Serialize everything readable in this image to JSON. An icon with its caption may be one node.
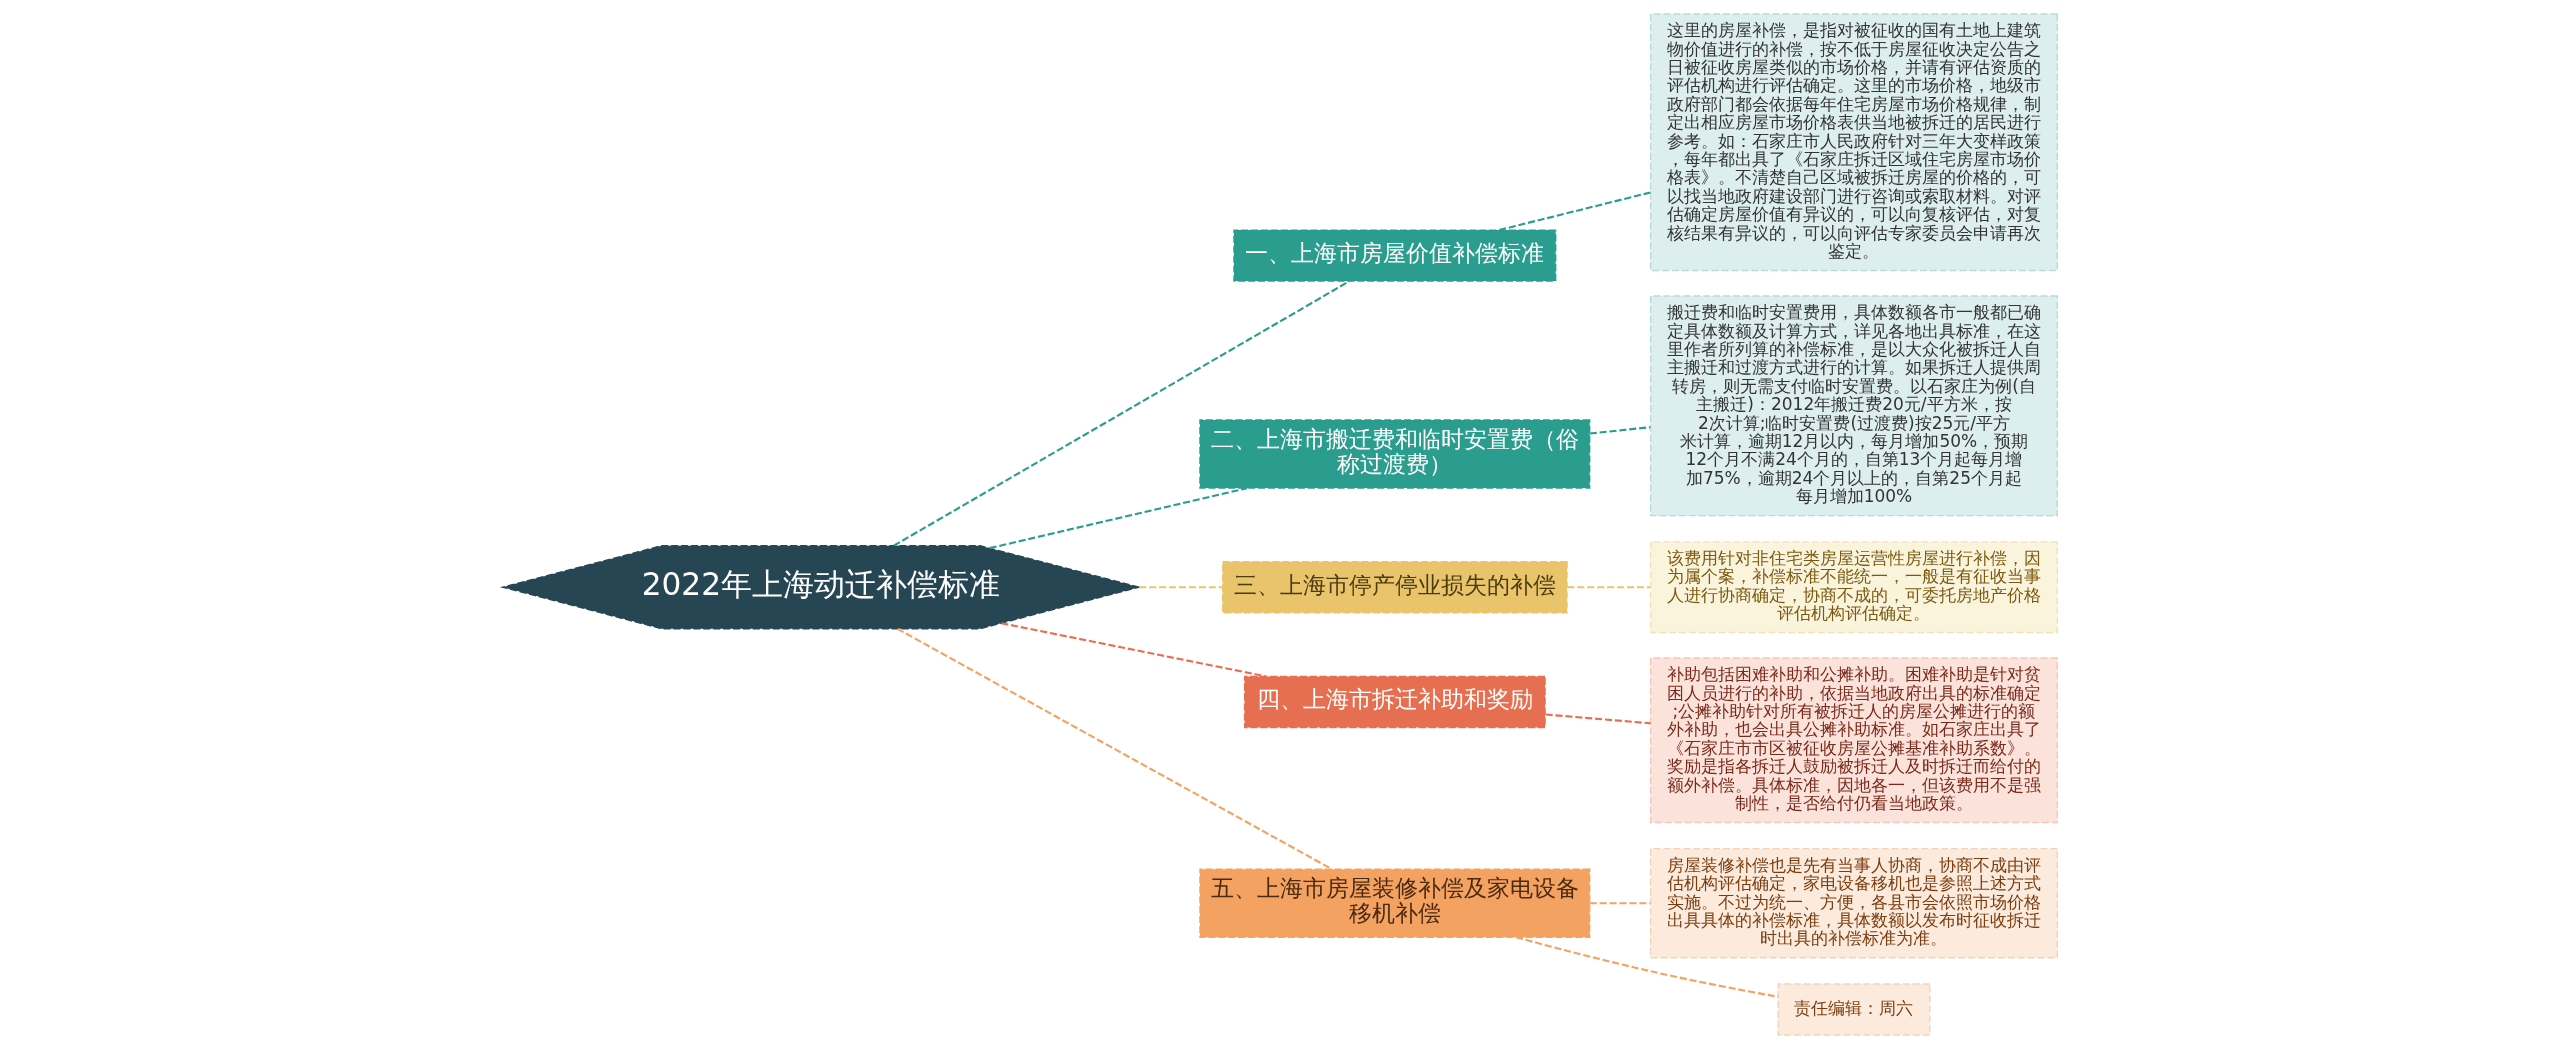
{
  "diagram": {
    "nodes": [
      {
        "text": [
          "2022年上海动迁补偿标准"
        ]
      },
      {
        "text": [
          "一、上海市房屋价值补偿标准"
        ]
      },
      {
        "text": [
          "这里的房屋补偿，是指对被征收的国有土地上建筑物价值进行的补偿，按不低于房屋征收决定公告之日被征收房屋类似的市场价格，并请有评估资质的评估机构进行评估确定。这里的市场价格，地级市政府部门都会依据每年住宅房屋市场价格规律，制定出相应房屋市场价格表供当地被拆迁的居民进行参考。如：石家庄市人民政府针对三年大变样政策，每年都出具了《石家庄拆迁区域住宅房屋市场价格表》。不清楚自己区域被拆迁房屋的价格的，可以找当地政府建设部门进行咨询或索取材料。对评估确定房屋价值有异议的，可以向复核评估，对复核结果有异议的，可以向评估专家委员会申请再次鉴定。"
        ]
      },
      {
        "text": [
          "二、上海市搬迁费和临时安置费（俗称过渡费）"
        ]
      },
      {
        "text": [
          "搬迁费和临时安置费用，具体数额各市一般都已确定具体数额及计算方式，详见各地出具标准，在这里作者所列算的补偿标准，是以大众化被拆迁人自主搬迁和过渡方式进行的计算。如果拆迁人提供周转房，则无需支付临时安置费。以石家庄为例(自主搬迁)：2012年搬迁费20元/平方米，按2次计算;临时安置费(过渡费)按25元/平方米计算，逾期12月以内，每月增加50%，预期12个月不满24个月的，自第13个月起每月增加75%，逾期24个月以上的，自第25个月起每月增加100%"
        ]
      },
      {
        "text": [
          "三、上海市停产停业损失的补偿"
        ]
      },
      {
        "text": [
          "该费用针对非住宅类房屋运营性房屋进行补偿，因为属个案，补偿标准不能统一，一般是有征收当事人进行协商确定，协商不成的，可委托房地产价格评估机构评估确定。"
        ]
      },
      {
        "text": [
          "四、上海市拆迁补助和奖励"
        ]
      },
      {
        "text": [
          "补助包括困难补助和公摊补助。困难补助是针对贫困人员进行的补助，依据当地政府出具的标准确定;公摊补助针对所有被拆迁人的房屋公摊进行的额外补助，也会出具公摊补助标准。如石家庄出具了《石家庄市市区被征收房屋公摊基准补助系数》。奖励是指各拆迁人鼓励被拆迁人及时拆迁而给付的额外补偿。具体标准，因地各一，但该费用不是强制性，是否给付仍看当地政策。"
        ]
      },
      {
        "text": [
          "五、上海市房屋装修补偿及家电设备移机补偿"
        ]
      },
      {
        "text": [
          "房屋装修补偿也是先有当事人协商，协商不成由评估机构评估确定，家电设备移机也是参照上述方式实施。不过为统一、方便，各县市会依照市场价格出具具体的补偿标准，具体数额以发布时征收拆迁时出具的补偿标准为准。"
        ]
      },
      {
        "text": [
          "责任编辑：周六"
        ]
      }
    ],
    "edges": [
      {
        "from": 0,
        "to": 1,
        "arrow": "none",
        "style": "dashed",
        "color": "#2a9d8f"
      },
      {
        "from": 1,
        "to": 2,
        "arrow": "none",
        "style": "dashed",
        "color": "#2a9d8f"
      },
      {
        "from": 0,
        "to": 3,
        "arrow": "none",
        "style": "dashed",
        "color": "#2a9d8f"
      },
      {
        "from": 3,
        "to": 4,
        "arrow": "none",
        "style": "dashed",
        "color": "#2a9d8f"
      },
      {
        "from": 0,
        "to": 5,
        "arrow": "none",
        "style": "dashed",
        "color": "#e9c46a"
      },
      {
        "from": 5,
        "to": 6,
        "arrow": "none",
        "style": "dashed",
        "color": "#e9c46a"
      },
      {
        "from": 0,
        "to": 7,
        "arrow": "none",
        "style": "dashed",
        "color": "#e76f51"
      },
      {
        "from": 7,
        "to": 8,
        "arrow": "none",
        "style": "dashed",
        "color": "#e76f51"
      },
      {
        "from": 0,
        "to": 9,
        "arrow": "none",
        "style": "dashed",
        "color": "#f4a261"
      },
      {
        "from": 9,
        "to": 10,
        "arrow": "none",
        "style": "dashed",
        "color": "#f4a261"
      },
      {
        "from": 9,
        "to": 11,
        "arrow": "none",
        "style": "dashed",
        "color": "#f4a261"
      }
    ]
  }
}
